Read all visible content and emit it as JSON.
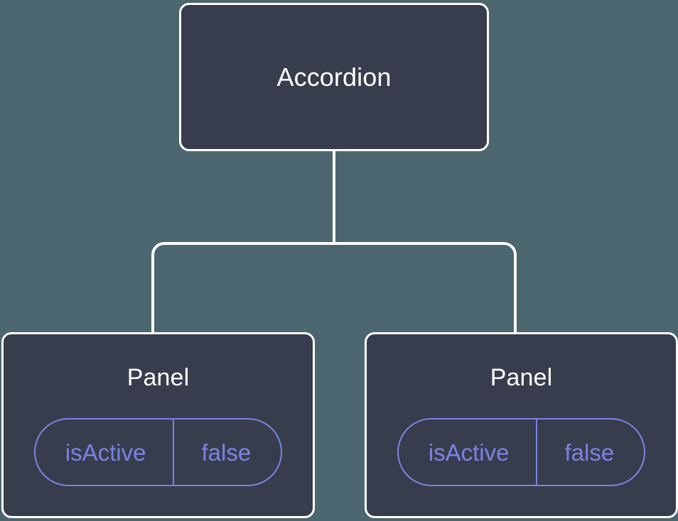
{
  "diagram": {
    "type": "component-tree",
    "background_color": "#4c6670",
    "node_fill_color": "#373d4c",
    "node_border_color": "#ffffff",
    "edge_color": "#ffffff",
    "accent_color": "#7b82e6",
    "title_color": "#ffffff"
  },
  "root": {
    "title": "Accordion"
  },
  "children": [
    {
      "title": "Panel",
      "state": {
        "key": "isActive",
        "value": "false"
      }
    },
    {
      "title": "Panel",
      "state": {
        "key": "isActive",
        "value": "false"
      }
    }
  ]
}
